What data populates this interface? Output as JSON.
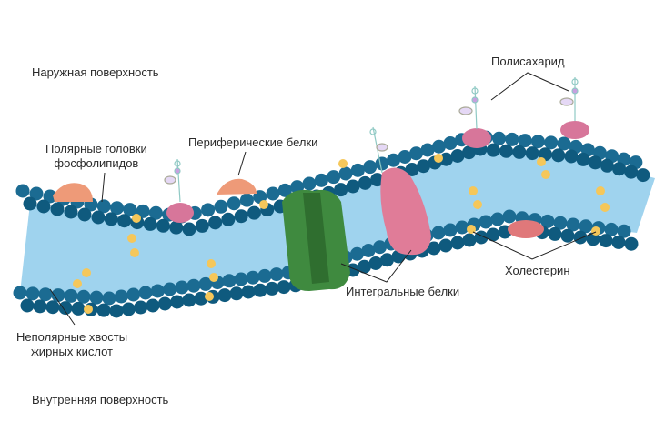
{
  "labels": {
    "outer_surface": "Наружная поверхность",
    "polysaccharide": "Полисахарид",
    "polar_heads_line1": "Полярные головки",
    "polar_heads_line2": "фосфолипидов",
    "peripheral_proteins": "Периферические белки",
    "integral_proteins": "Интегральные белки",
    "cholesterol": "Холестерин",
    "nonpolar_tails_line1": "Неполярные хвосты",
    "nonpolar_tails_line2": "жирных кислот",
    "inner_surface": "Внутренняя поверхность"
  },
  "colors": {
    "head": "#0f5a7e",
    "tail": "#9fd3ee",
    "peripheral_protein": "#ee9a78",
    "integral_protein_green": "#3f8a3f",
    "integral_protein_pink": "#e07c98",
    "cholesterol": "#f5c75a"
  }
}
